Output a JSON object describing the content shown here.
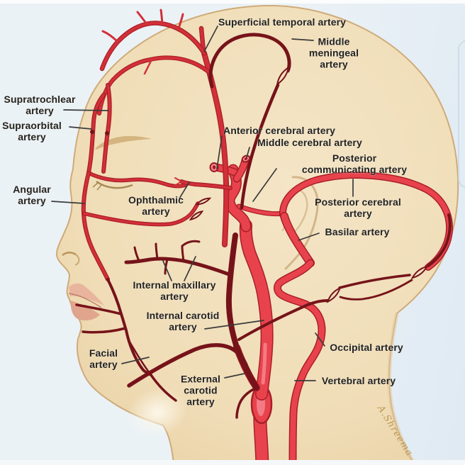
{
  "figure": {
    "labels": [
      {
        "id": "superficial-temporal",
        "text": "Superficial temporal artery"
      },
      {
        "id": "middle-meningeal",
        "text": "Middle\nmeningeal\nartery"
      },
      {
        "id": "supratrochlear",
        "text": "Supratrochlear\nartery"
      },
      {
        "id": "supraorbital",
        "text": "Supraorbital\nartery"
      },
      {
        "id": "anterior-cerebral",
        "text": "Anterior cerebral artery"
      },
      {
        "id": "middle-cerebral",
        "text": "Middle cerebral artery"
      },
      {
        "id": "posterior-communicating",
        "text": "Posterior communicating artery"
      },
      {
        "id": "angular",
        "text": "Angular\nartery"
      },
      {
        "id": "ophthalmic",
        "text": "Ophthalmic\nartery"
      },
      {
        "id": "posterior-cerebral",
        "text": "Posterior cerebral\nartery"
      },
      {
        "id": "basilar",
        "text": "Basilar artery"
      },
      {
        "id": "internal-maxillary",
        "text": "Internal maxillary\nartery"
      },
      {
        "id": "internal-carotid",
        "text": "Internal carotid\nartery"
      },
      {
        "id": "facial",
        "text": "Facial\nartery"
      },
      {
        "id": "external-carotid",
        "text": "External\ncarotid\nartery"
      },
      {
        "id": "occipital",
        "text": "Occipital artery"
      },
      {
        "id": "vertebral",
        "text": "Vertebral artery"
      }
    ],
    "signature": "A.Shreema",
    "colors": {
      "artery_bright": "#e8434d",
      "artery_dark": "#76131a",
      "skin": "#f1dfbc",
      "background": "#e9f1f5",
      "label_text": "#232323"
    }
  }
}
